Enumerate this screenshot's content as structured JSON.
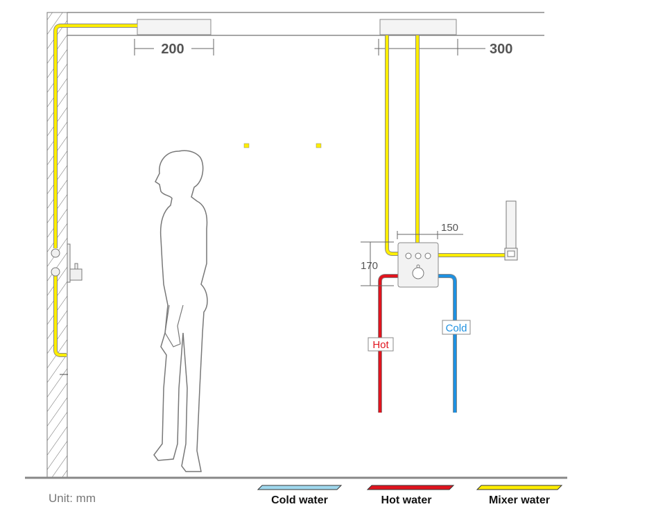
{
  "dimensions": {
    "overhead_offset": "200",
    "ceiling_shower_offset": "300",
    "valve_width": "150",
    "valve_height": "170"
  },
  "pipe_tags": {
    "hot": "Hot",
    "cold": "Cold"
  },
  "unit_label": "Unit: mm",
  "legend": [
    {
      "label": "Cold water",
      "color": "#9fd8ee"
    },
    {
      "label": "Hot water",
      "color": "#e0141e"
    },
    {
      "label": "Mixer water",
      "color": "#ffee00"
    }
  ],
  "colors": {
    "mixer": "#ffee00",
    "hot": "#e0141e",
    "cold": "#1e90e0",
    "line": "#888888"
  }
}
